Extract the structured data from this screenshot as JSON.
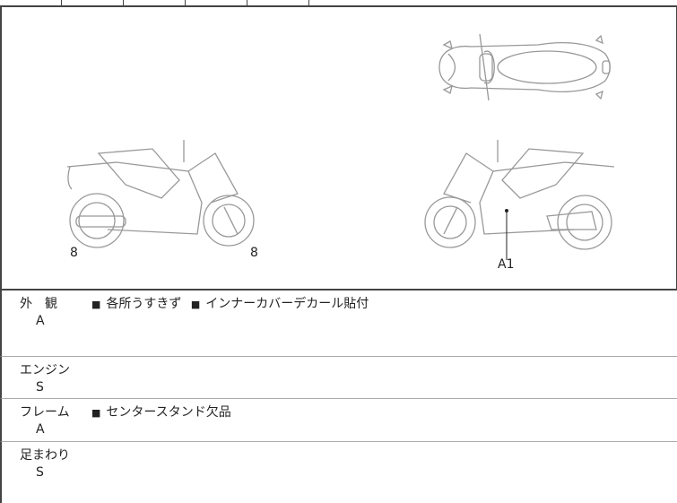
{
  "top_row": {
    "cells": [
      "",
      "",
      "",
      "",
      "",
      ""
    ]
  },
  "diagram": {
    "left_view": {
      "markers": [
        {
          "label": "8",
          "pos": "rear-wheel"
        },
        {
          "label": "8",
          "pos": "front-wheel"
        }
      ]
    },
    "right_view": {
      "markers": [
        {
          "label": "A1",
          "pos": "side-body"
        }
      ]
    },
    "top_view": {
      "markers": []
    }
  },
  "sections": [
    {
      "title": "外　観",
      "grade": "A",
      "notes": [
        "各所うすきず",
        "インナーカバーデカール貼付"
      ]
    },
    {
      "title": "エンジン",
      "grade": "S",
      "notes": []
    },
    {
      "title": "フレーム",
      "grade": "A",
      "notes": [
        "センタースタンド欠品"
      ]
    },
    {
      "title": "足まわり",
      "grade": "S",
      "notes": []
    }
  ],
  "bullet_glyph": "■"
}
